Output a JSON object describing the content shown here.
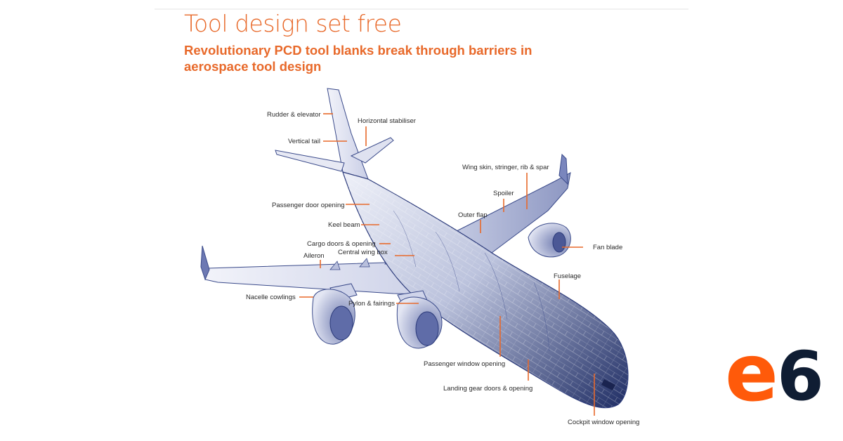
{
  "header": {
    "title": "Tool design set free",
    "subtitle_line1": "Revolutionary PCD tool blanks break through barriers in",
    "subtitle_line2": "aerospace tool design"
  },
  "labels": {
    "rudder_elevator": "Rudder & elevator",
    "horizontal_stabiliser": "Horizontal stabiliser",
    "vertical_tail": "Vertical tail",
    "wing_skin": "Wing skin, stringer, rib & spar",
    "spoiler": "Spoiler",
    "passenger_door": "Passenger door opening",
    "outer_flap": "Outer flap",
    "keel_beam": "Keel beam",
    "fan_blade": "Fan blade",
    "cargo_doors": "Cargo doors & opening",
    "central_wing_box": "Central wing box",
    "aileron": "Aileron",
    "fuselage": "Fuselage",
    "nacelle_cowlings": "Nacelle cowlings",
    "pylon_fairings": "Pylon & fairings",
    "passenger_window": "Passenger window opening",
    "landing_gear": "Landing gear doors & opening",
    "cockpit_window": "Cockpit window opening"
  },
  "logo": {
    "letter": "e",
    "digit": "6"
  },
  "colors": {
    "accent": "#e8692a",
    "logo_orange": "#ff5a0a",
    "logo_navy": "#0f1d33",
    "aircraft_outline": "#3a4a8a"
  }
}
